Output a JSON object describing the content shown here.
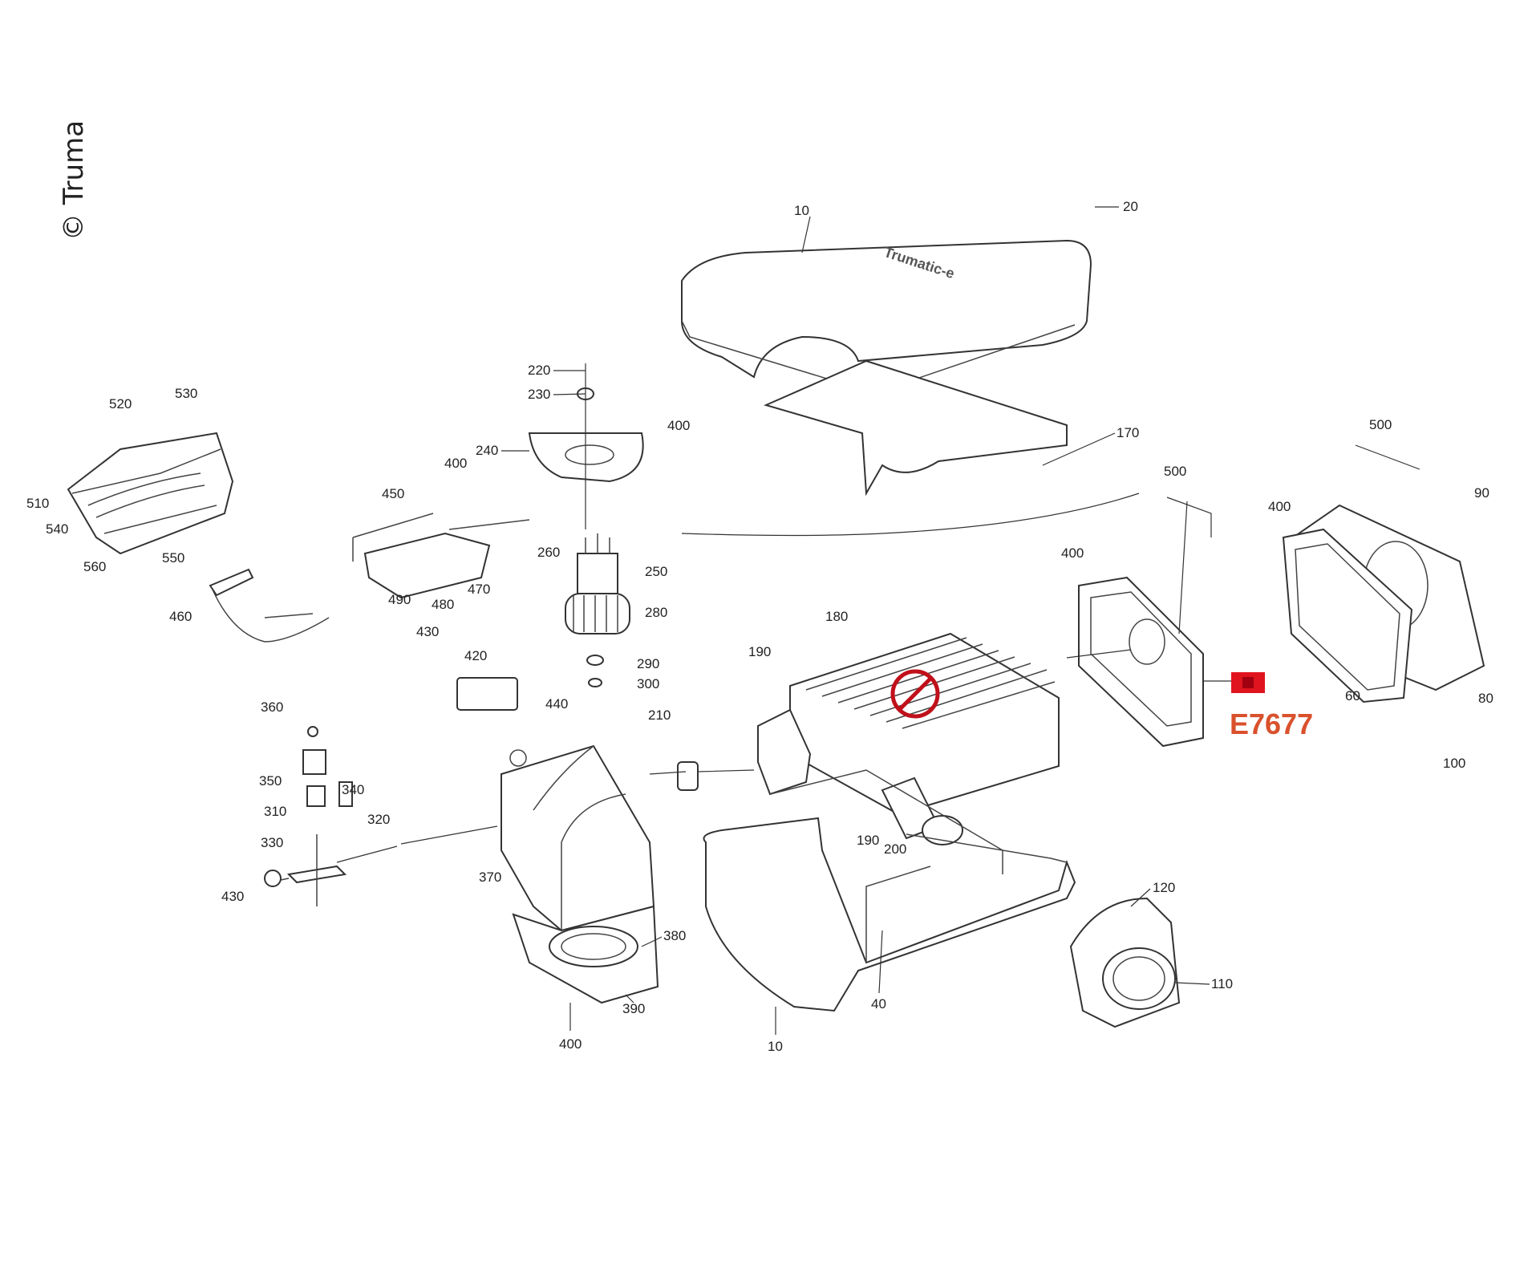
{
  "copyright": "© Truma",
  "part_code": "E7677",
  "colors": {
    "highlight": "#e0141e",
    "code_text": "#d9512c",
    "line": "#333333"
  },
  "labels": [
    "10",
    "20",
    "170",
    "220",
    "230",
    "400",
    "240",
    "520",
    "530",
    "510",
    "540",
    "560",
    "550",
    "400",
    "450",
    "490",
    "480",
    "470",
    "460",
    "260",
    "250",
    "280",
    "500",
    "500",
    "400",
    "90",
    "400",
    "180",
    "190",
    "430",
    "420",
    "290",
    "300",
    "440",
    "210",
    "360",
    "350",
    "340",
    "310",
    "320",
    "330",
    "430",
    "370",
    "190",
    "200",
    "60",
    "80",
    "100",
    "120",
    "110",
    "380",
    "390",
    "40",
    "400",
    "10"
  ],
  "cover_lettering": "Trumatic-e"
}
